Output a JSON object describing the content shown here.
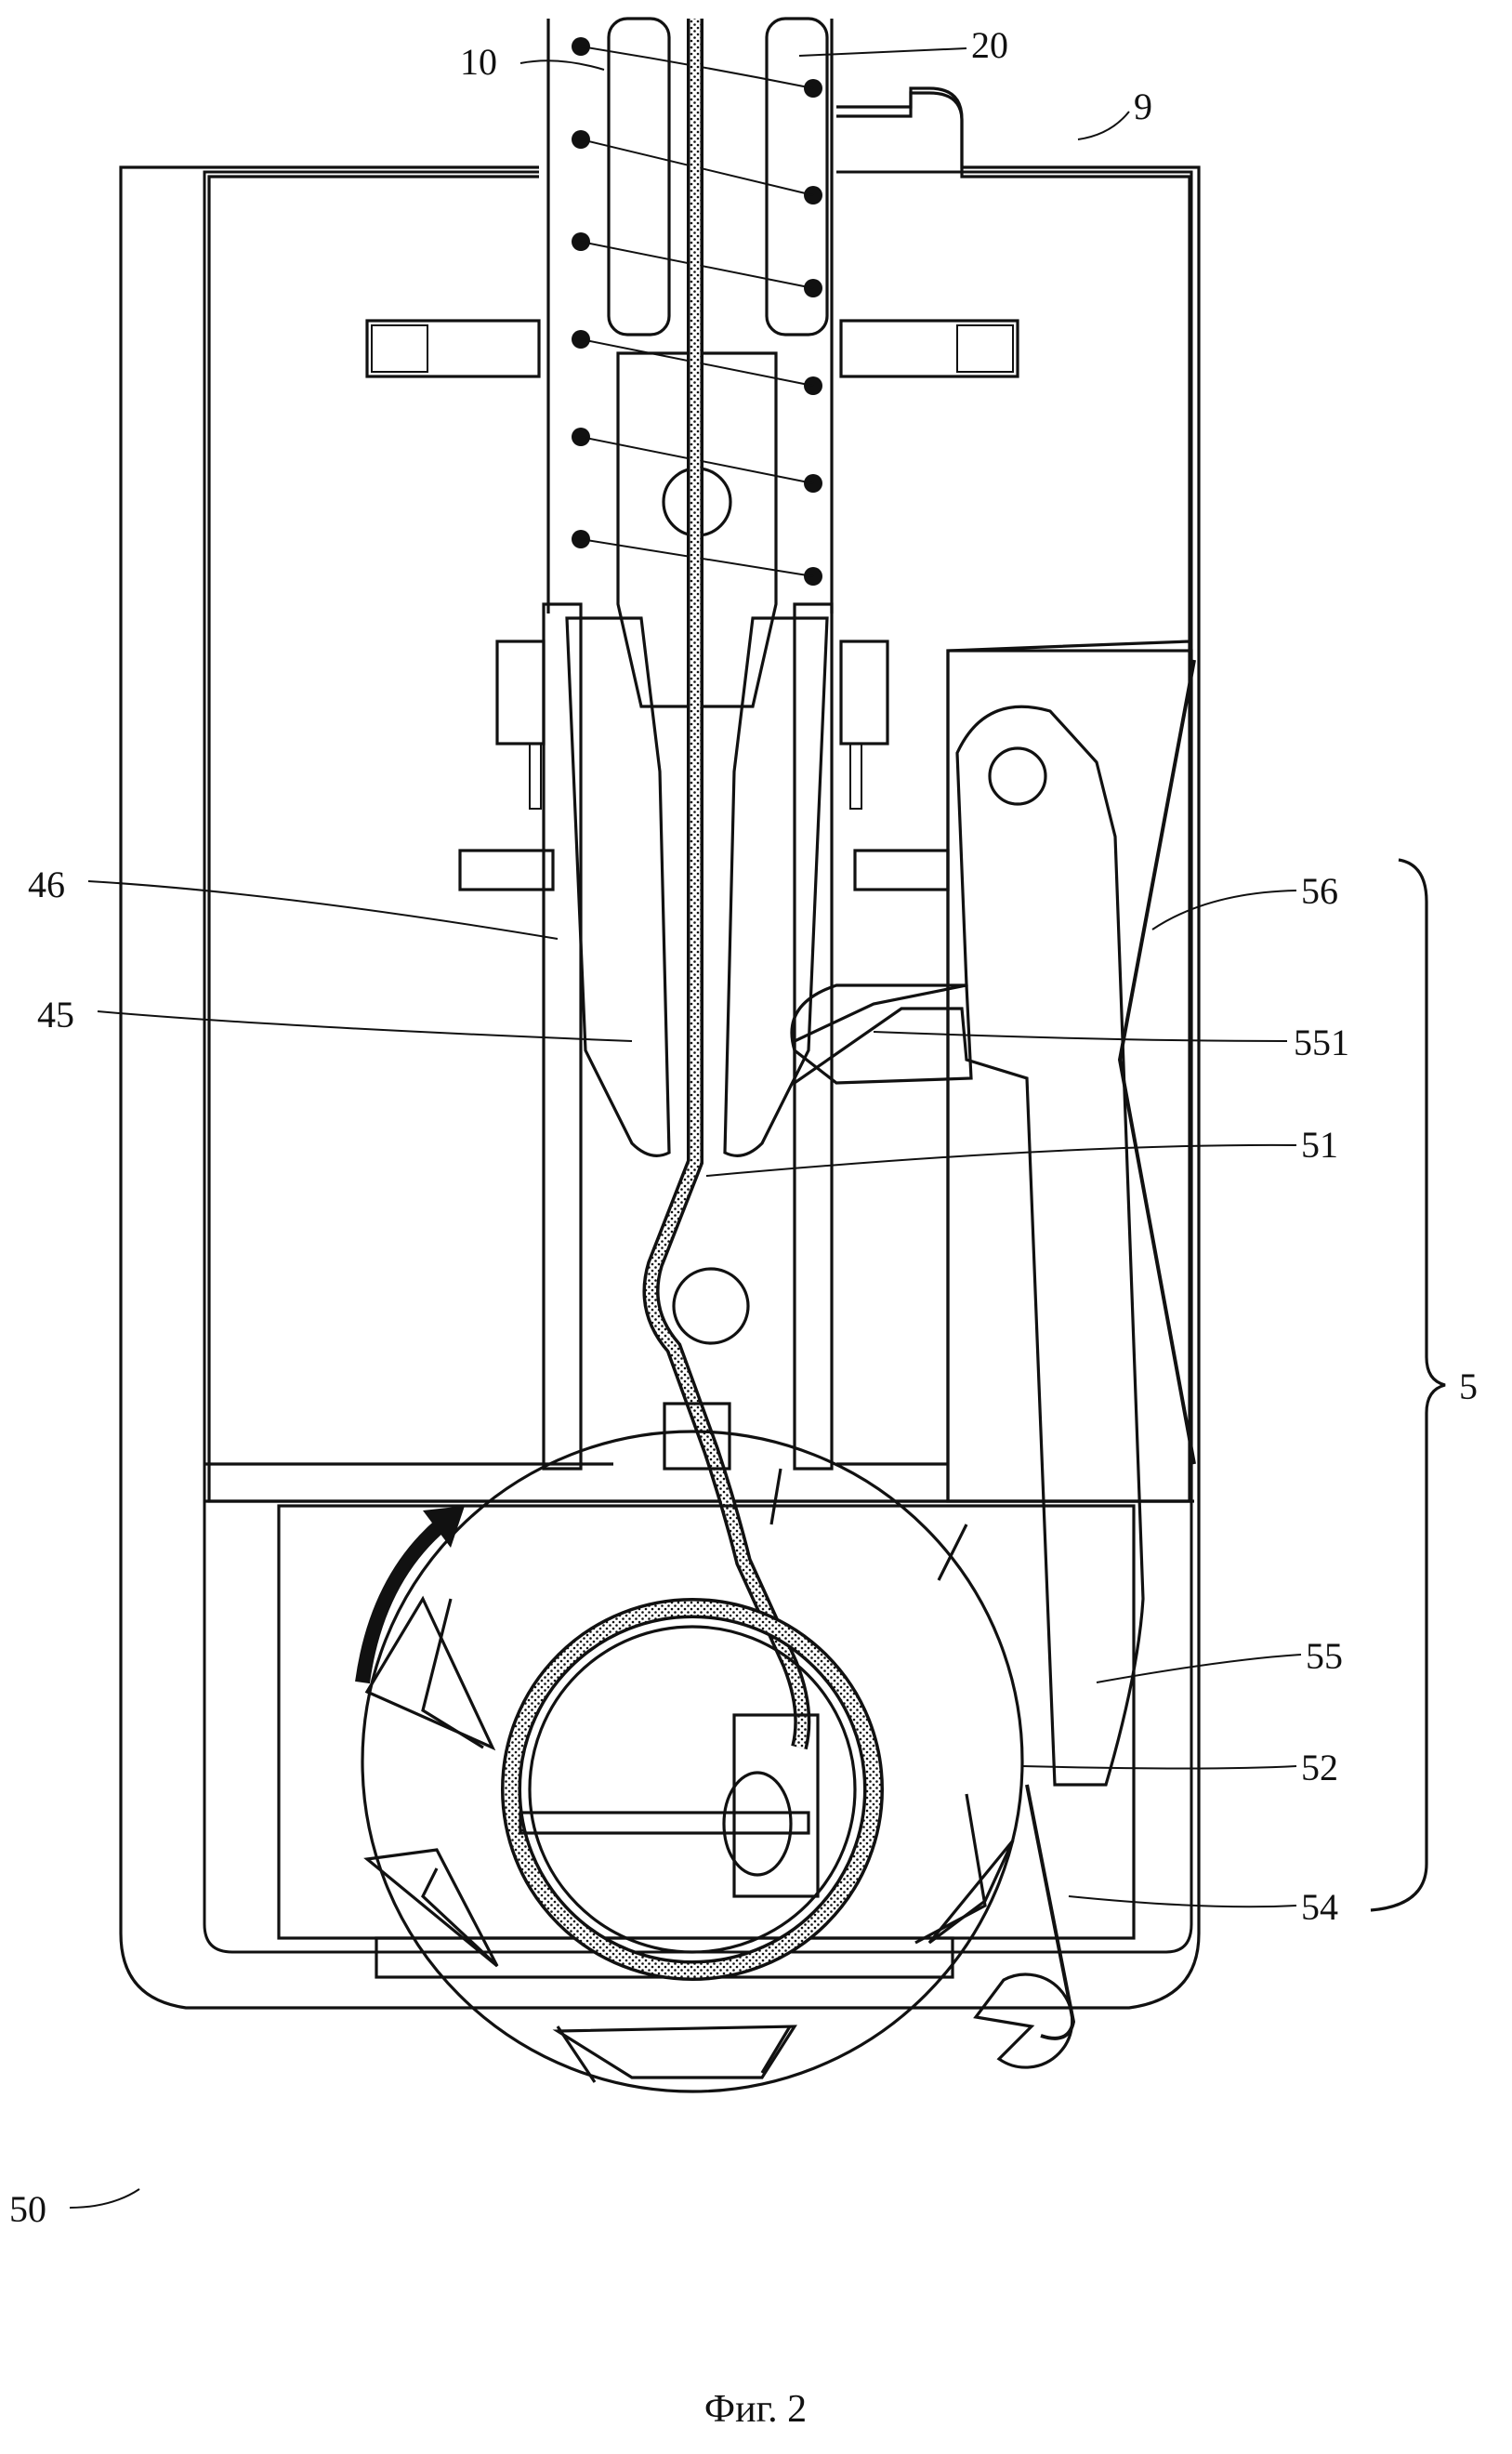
{
  "figure": {
    "caption": "Фиг. 2",
    "labels": {
      "l10": "10",
      "l20": "20",
      "l9": "9",
      "l46": "46",
      "l45": "45",
      "l56": "56",
      "l551": "551",
      "l51": "51",
      "l5": "5",
      "l55": "55",
      "l52": "52",
      "l54": "54",
      "l50": "50"
    },
    "rotation_arrow": "clockwise-arrow",
    "colors": {
      "ink": "#111111",
      "paper": "#ffffff"
    }
  }
}
